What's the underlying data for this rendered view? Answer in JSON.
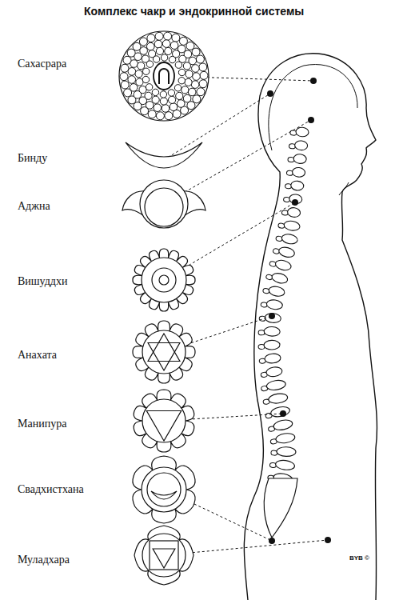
{
  "diagram": {
    "title": "Комплекс чакр и эндокринной системы",
    "nodes": [
      {
        "text": [
          "Сахасрара"
        ]
      },
      {
        "text": [
          "Бинду"
        ]
      },
      {
        "text": [
          "Аджна"
        ]
      },
      {
        "text": [
          "Вишуддхи"
        ]
      },
      {
        "text": [
          "Анахата"
        ]
      },
      {
        "text": [
          "Манипура"
        ]
      },
      {
        "text": [
          "Свадхистхана"
        ]
      },
      {
        "text": [
          "Муладхара"
        ]
      }
    ],
    "labels": [
      "BYB ©"
    ]
  }
}
